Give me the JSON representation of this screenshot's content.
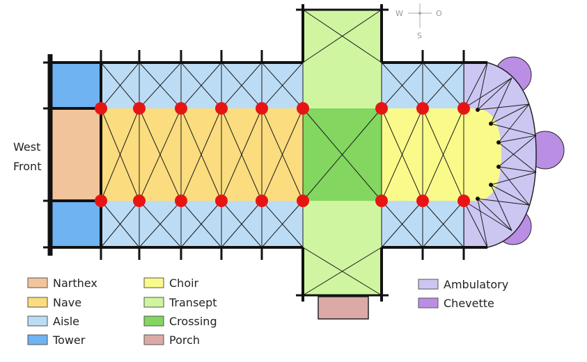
{
  "diagram": {
    "side_label_line1": "West",
    "side_label_line2": "Front",
    "compass": {
      "west": "W",
      "east": "O",
      "south": "S"
    }
  },
  "legend": [
    {
      "key": "narthex",
      "label": "Narthex",
      "color": "#f2c49b"
    },
    {
      "key": "nave",
      "label": "Nave",
      "color": "#fbdc7e"
    },
    {
      "key": "aisle",
      "label": "Aisle",
      "color": "#bcdcf5"
    },
    {
      "key": "tower",
      "label": "Tower",
      "color": "#6fb3f2"
    },
    {
      "key": "choir",
      "label": "Choir",
      "color": "#fafa8a"
    },
    {
      "key": "transept",
      "label": "Transept",
      "color": "#cff5a0"
    },
    {
      "key": "crossing",
      "label": "Crossing",
      "color": "#83d65f"
    },
    {
      "key": "porch",
      "label": "Porch",
      "color": "#dcaaa6"
    },
    {
      "key": "ambulatory",
      "label": "Ambulatory",
      "color": "#ccc6f2"
    },
    {
      "key": "chevette",
      "label": "Chevette",
      "color": "#bb8ee6"
    }
  ],
  "pillar_color": "#e81414"
}
